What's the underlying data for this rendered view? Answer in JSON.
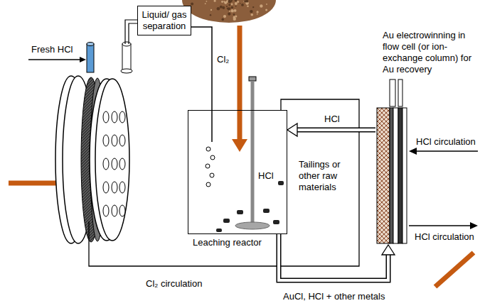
{
  "diagram": {
    "nodes": [
      {
        "text": [
          "Liquid/ gas separation"
        ]
      },
      {
        "text": [
          "HCl",
          "Leaching reactor"
        ]
      },
      {
        "text": [
          "Au electrowinning in flow cell (or ion-exchange column) for Au recovery"
        ]
      }
    ],
    "edges": [
      {
        "from": 0,
        "to": 1,
        "arrow": "none",
        "label": "Cl₂"
      },
      {
        "from": 2,
        "to": 1,
        "arrow": "to",
        "label": "HCl"
      },
      {
        "from": 1,
        "to": 2,
        "arrow": "to",
        "label": "AuCl, HCl + other metals"
      }
    ],
    "labels": [
      "Fresh HCl",
      "Tailings or other raw materials",
      "HCl circulation",
      "HCl circulation",
      "Cl₂ circulation"
    ]
  }
}
